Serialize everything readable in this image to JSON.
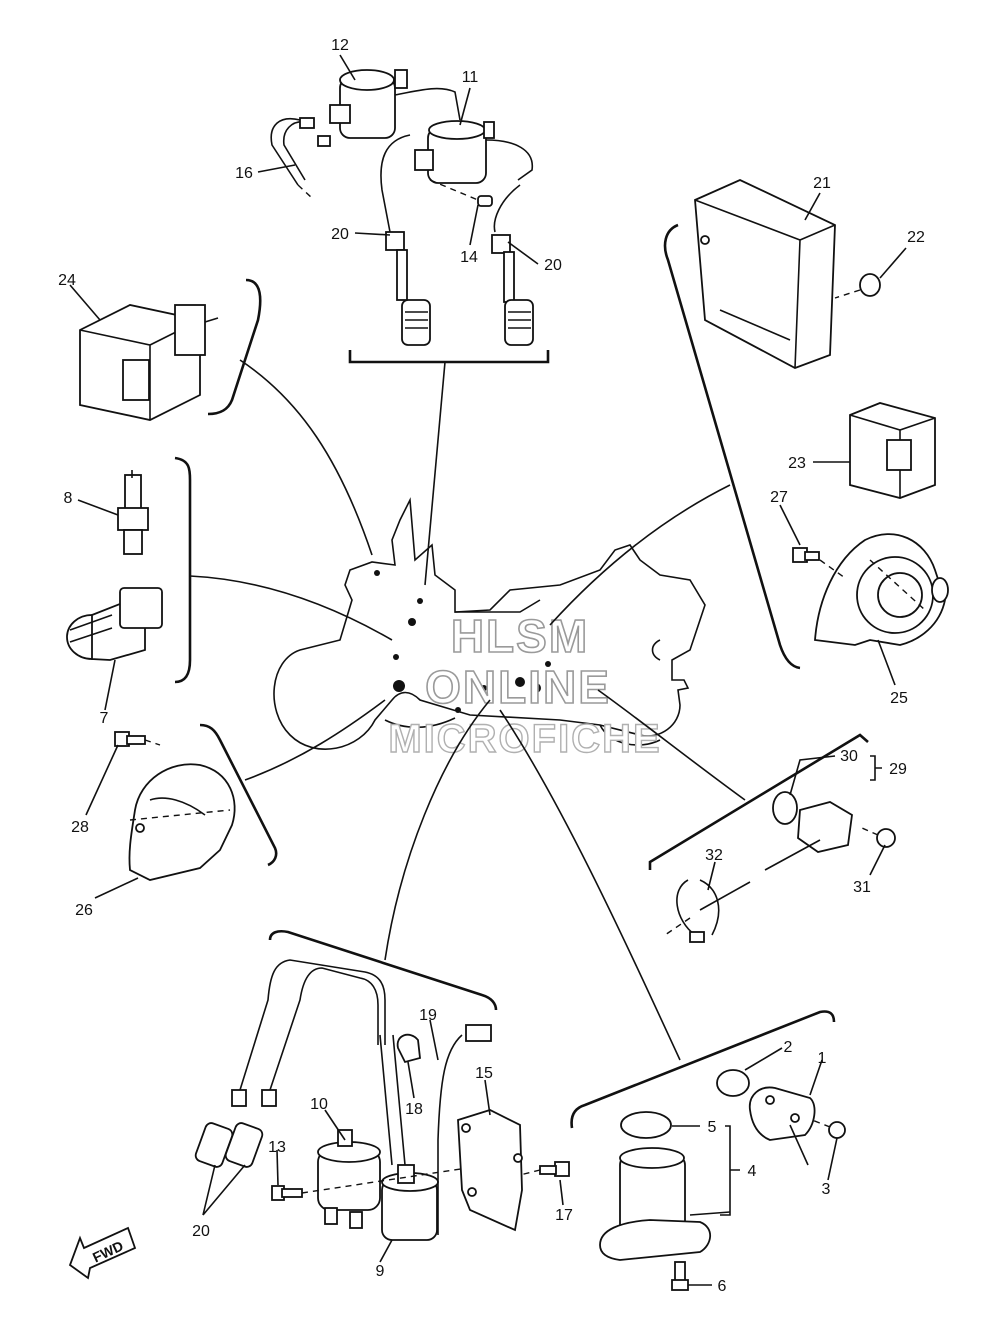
{
  "watermark": {
    "line1": "HLSM",
    "line2": "ONLINE",
    "line3": "MICROFICHE"
  },
  "fwd_label": "FWD",
  "callouts": {
    "c1": "1",
    "c2": "2",
    "c3": "3",
    "c4": "4",
    "c5": "5",
    "c6": "6",
    "c7": "7",
    "c8": "8",
    "c9": "9",
    "c10": "10",
    "c11": "11",
    "c12": "12",
    "c13": "13",
    "c14": "14",
    "c15": "15",
    "c16": "16",
    "c17": "17",
    "c18": "18",
    "c19": "19",
    "c20a": "20",
    "c20b": "20",
    "c20c": "20",
    "c21": "21",
    "c22": "22",
    "c23": "23",
    "c24": "24",
    "c25": "25",
    "c26": "26",
    "c27": "27",
    "c28": "28",
    "c29": "29",
    "c30": "30",
    "c31": "31",
    "c32": "32"
  }
}
